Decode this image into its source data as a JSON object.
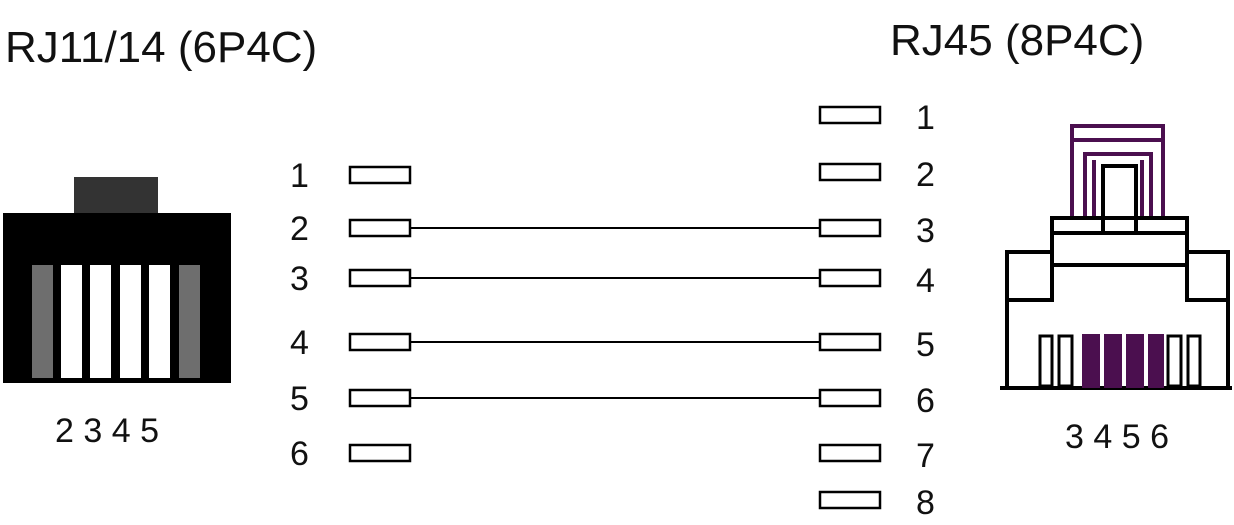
{
  "left": {
    "title": "RJ11/14 (6P4C)",
    "caption": "2 3 4 5",
    "pins": [
      "1",
      "2",
      "3",
      "4",
      "5",
      "6"
    ]
  },
  "right": {
    "title": "RJ45 (8P4C)",
    "caption": "3 4 5 6",
    "pins": [
      "1",
      "2",
      "3",
      "4",
      "5",
      "6",
      "7",
      "8"
    ]
  },
  "wiring": [
    [
      "2",
      "3"
    ],
    [
      "3",
      "4"
    ],
    [
      "4",
      "5"
    ],
    [
      "5",
      "6"
    ]
  ],
  "colors": {
    "accent": "#4b0f4f",
    "contact_gray": "#6e6e6e",
    "tab": "#333333"
  }
}
